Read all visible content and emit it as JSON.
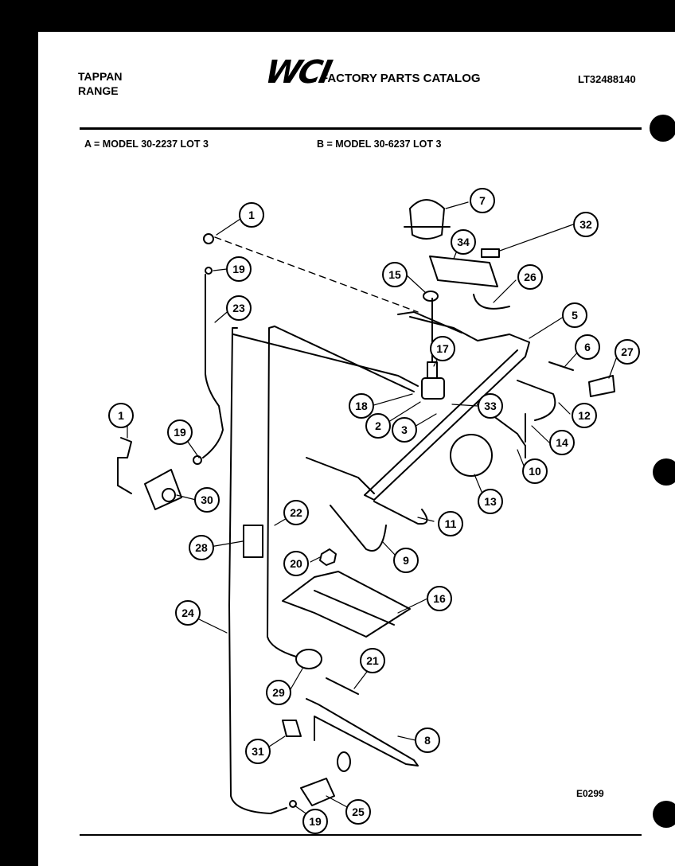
{
  "header": {
    "brand_left_line1": "TAPPAN",
    "brand_left_line2": "RANGE",
    "logo_text": "WCI",
    "catalog_title": "FACTORY PARTS CATALOG",
    "catalog_number": "LT32488140"
  },
  "models": {
    "a": "A = MODEL 30-2237 LOT 3",
    "b": "B = MODEL 30-6237 LOT 3"
  },
  "diagram_code": "E0299",
  "callouts": [
    "1",
    "19",
    "23",
    "1",
    "19",
    "30",
    "28",
    "22",
    "24",
    "20",
    "16",
    "29",
    "21",
    "31",
    "8",
    "25",
    "19",
    "7",
    "32",
    "34",
    "15",
    "26",
    "5",
    "17",
    "6",
    "27",
    "18",
    "2",
    "3",
    "33",
    "12",
    "14",
    "10",
    "13",
    "11",
    "9"
  ]
}
